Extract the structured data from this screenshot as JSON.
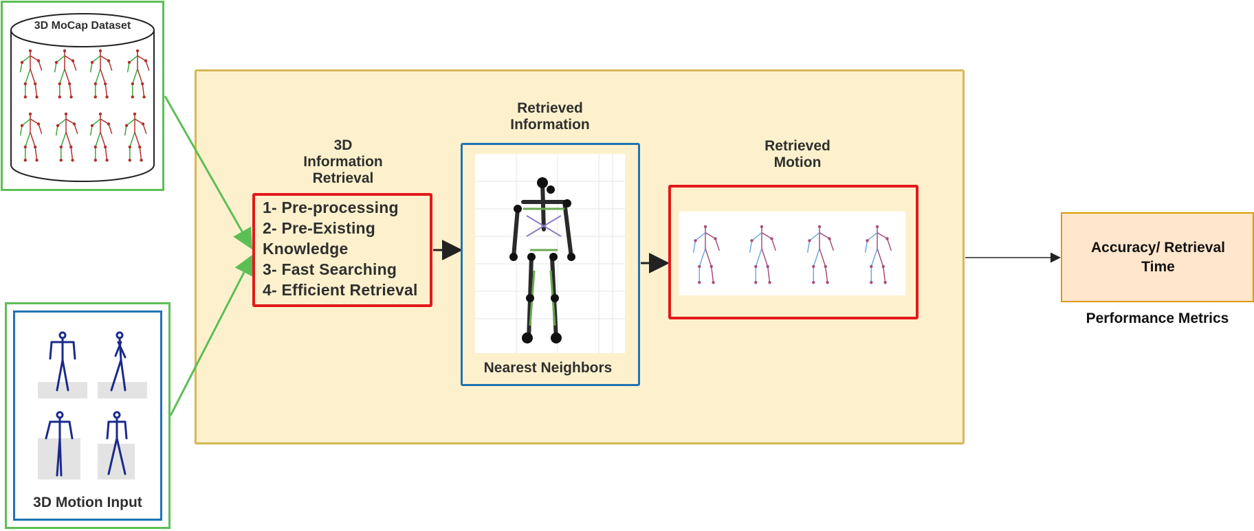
{
  "dataset": {
    "title": "3D MoCap Dataset"
  },
  "motion_input": {
    "caption": "3D Motion Input"
  },
  "retrieval": {
    "heading_lines": [
      "3D",
      "Information",
      "Retrieval"
    ],
    "steps": [
      "1- Pre-processing",
      "2- Pre-Existing",
      "Knowledge",
      "3- Fast Searching",
      "4- Efficient Retrieval"
    ]
  },
  "retrieved_information": {
    "heading_lines": [
      "Retrieved",
      "Information"
    ],
    "caption": "Nearest Neighbors"
  },
  "retrieved_motion": {
    "heading_lines": [
      "Retrieved",
      "Motion"
    ]
  },
  "metrics": {
    "box_lines": [
      "Accuracy/ Retrieval",
      "Time"
    ],
    "caption": "Performance Metrics"
  },
  "colors": {
    "panel_fill": "#fdf1cd",
    "panel_border": "#d6b656",
    "green_border": "#5cbf55",
    "blue_border": "#1f73b4",
    "red_border": "#e3191b",
    "metric_fill": "#ffe6cc",
    "metric_border": "#d79b00"
  }
}
